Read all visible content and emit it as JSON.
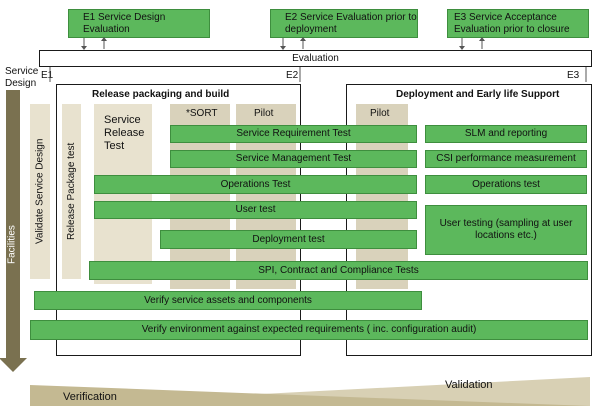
{
  "top_boxes": {
    "e1": "E1 Service Design Evaluation",
    "e2": "E2 Service Evaluation prior to deployment",
    "e3": "E3 Service Acceptance Evaluation prior to closure"
  },
  "evaluation_label": "Evaluation",
  "service_design_label": "Service Design",
  "markers": {
    "e1": "E1",
    "e2": "E2",
    "e3": "E3"
  },
  "left_panel": {
    "title": "Release packaging and build",
    "sort_label": "*SORT",
    "pilot_label": "Pilot",
    "service_release_test": "Service Release Test"
  },
  "right_panel": {
    "title": "Deployment and Early life Support",
    "pilot_label": "Pilot"
  },
  "vertical_labels": {
    "validate_service_design": "Validate Service Design",
    "release_package_test": "Release Package test",
    "facilities": "Facilities"
  },
  "bars": {
    "service_requirement_test": "Service Requirement Test",
    "service_management_test": "Service Management Test",
    "operations_test_left": "Operations Test",
    "user_test": "User test",
    "deployment_test": "Deployment test",
    "slm_reporting": "SLM and reporting",
    "csi_performance": "CSI performance measurement",
    "operations_test_right": "Operations test",
    "user_testing": "User testing (sampling at user locations etc.)",
    "spi_contract": "SPI, Contract and Compliance Tests",
    "verify_assets": "Verify service assets and components",
    "verify_environment": "Verify environment against expected requirements ( inc. configuration audit)"
  },
  "bottom": {
    "verification": "Verification",
    "validation": "Validation"
  },
  "colors": {
    "green": "#5cb85c",
    "beige": "#e8e2cf",
    "olive_arrow": "#7a7150"
  }
}
